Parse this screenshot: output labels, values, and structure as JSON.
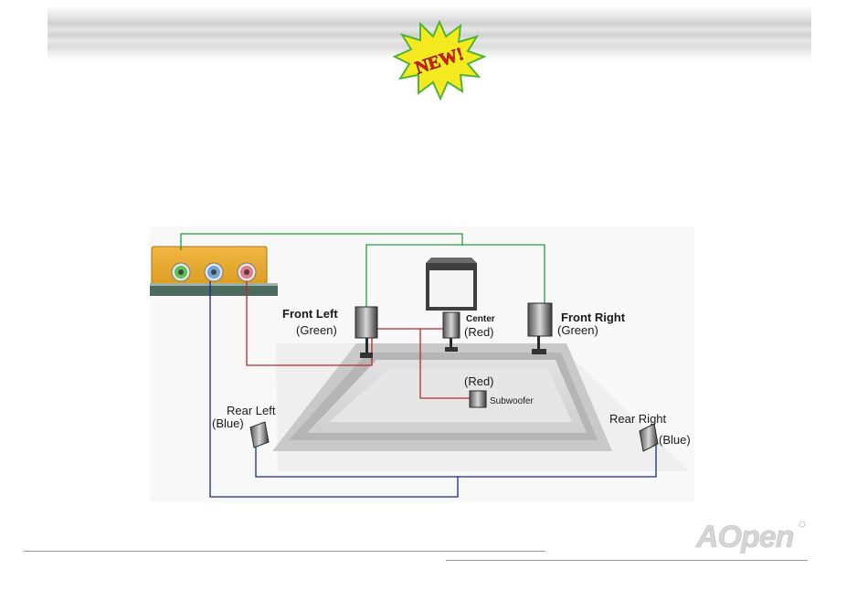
{
  "badge": {
    "text": "NEW!"
  },
  "speakers": {
    "front_left": {
      "name": "Front Left",
      "color": "(Green)"
    },
    "center": {
      "name": "Center",
      "color": "(Red)"
    },
    "front_right": {
      "name": "Front Right",
      "color": "(Green)"
    },
    "subwoofer": {
      "name": "Subwoofer",
      "color": "(Red)"
    },
    "rear_left": {
      "name": "Rear Left",
      "color": "(Blue)"
    },
    "rear_right": {
      "name": "Rear Right",
      "color": "(Blue)"
    }
  },
  "jack_colors": {
    "green": "#5cc452",
    "blue": "#6fa6dc",
    "pink": "#e77a8a"
  },
  "wire_colors": {
    "green": "#22a03a",
    "red": "#c0272d",
    "blue": "#1c2a8a"
  },
  "footer": {
    "logo": "AOpen"
  }
}
